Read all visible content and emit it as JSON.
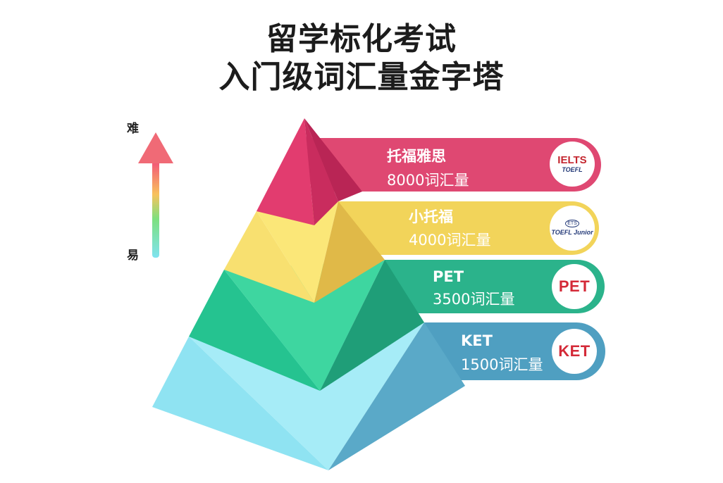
{
  "title": {
    "line1": "留学标化考试",
    "line2": "入门级词汇量金字塔"
  },
  "difficulty": {
    "hard": "难",
    "easy": "易"
  },
  "levels": [
    {
      "name": "托福雅思",
      "vocab": "8000词汇量",
      "badge_top": "IELTS",
      "badge_bottom": "TOEFL",
      "color": "#df4872"
    },
    {
      "name": "小托福",
      "vocab": "4000词汇量",
      "badge_top": "ETS",
      "badge_bottom": "TOEFL Junior",
      "color": "#f2d45a"
    },
    {
      "name": "PET",
      "vocab": "3500词汇量",
      "badge_top": "PET",
      "color": "#2bb38b"
    },
    {
      "name": "KET",
      "vocab": "1500词汇量",
      "badge_top": "KET",
      "color": "#4f9fc1"
    }
  ]
}
